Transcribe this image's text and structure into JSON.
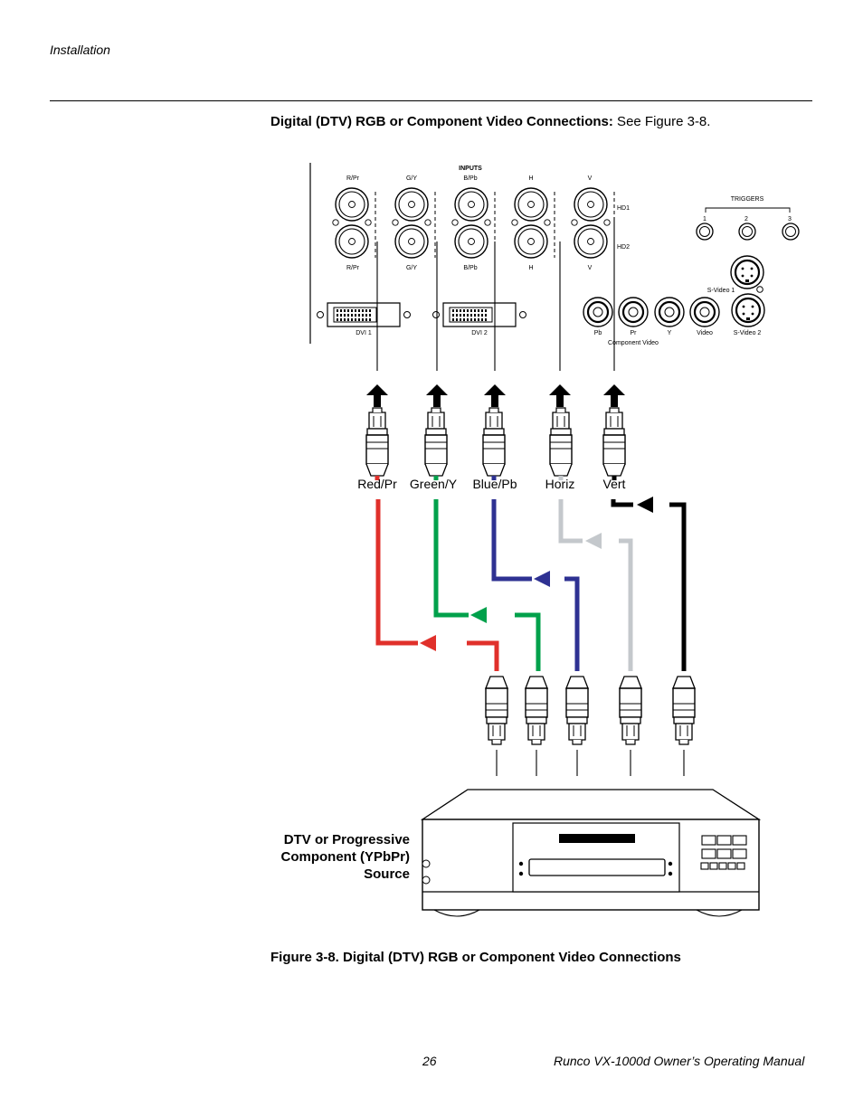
{
  "header": {
    "section": "Installation"
  },
  "heading": {
    "bold": "Digital (DTV) RGB or Component Video Connections:",
    "normal": " See Figure 3-8."
  },
  "panel": {
    "inputs_label": "INPUTS",
    "bnc_top_labels": [
      "R/Pr",
      "G/Y",
      "B/Pb",
      "H",
      "V"
    ],
    "bnc_bottom_labels": [
      "R/Pr",
      "G/Y",
      "B/Pb",
      "H",
      "V"
    ],
    "hd1": "HD1",
    "hd2": "HD2",
    "dvi1": "DVI 1",
    "dvi2": "DVI 2",
    "triggers_label": "TRIGGERS",
    "trigger_numbers": [
      "1",
      "2",
      "3"
    ],
    "svideo1": "S-Video 1",
    "svideo2": "S-Video 2",
    "rca_labels": [
      "Pb",
      "Pr",
      "Y",
      "Video"
    ],
    "component_video": "Component Video"
  },
  "cables": {
    "labels": [
      "Red/Pr",
      "Green/Y",
      "Blue/Pb",
      "Horiz",
      "Vert"
    ],
    "colors": [
      "#e0302b",
      "#00a14b",
      "#2e3192",
      "#c4c8cc",
      "#000000"
    ]
  },
  "source": {
    "line1": "DTV or Progressive",
    "line2": "Component (YPbPr)",
    "line3": "Source"
  },
  "caption": "Figure 3-8. Digital (DTV) RGB or Component Video Connections",
  "footer": {
    "page": "26",
    "title": "Runco VX-1000d Owner’s Operating Manual"
  }
}
